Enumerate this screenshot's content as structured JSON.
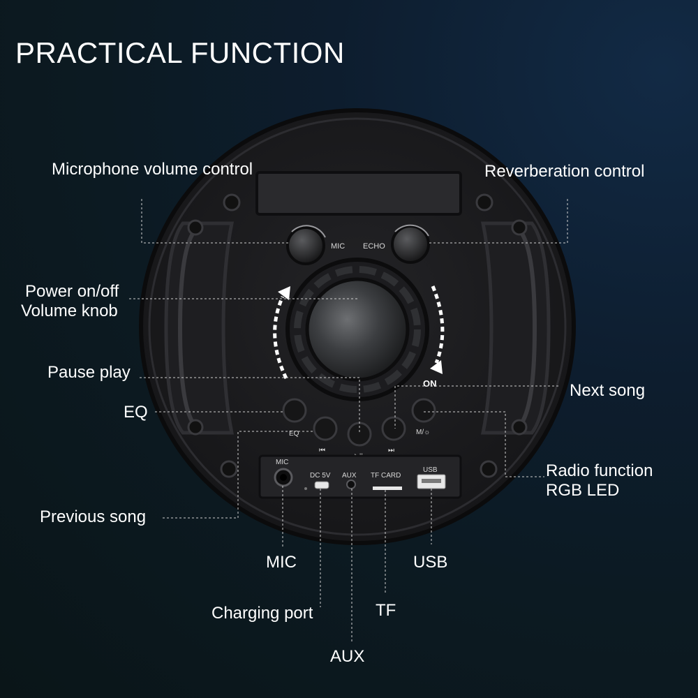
{
  "title": "PRACTICAL FUNCTION",
  "callouts": {
    "mic_volume": "Microphone volume control",
    "reverb": "Reverberation control",
    "power_line1": "Power on/off",
    "power_line2": "Volume knob",
    "pause_play": "Pause play",
    "eq": "EQ",
    "next_song": "Next song",
    "radio_line1": "Radio function",
    "radio_line2": "RGB LED",
    "previous_song": "Previous song",
    "mic": "MIC",
    "usb": "USB",
    "charging_port": "Charging port",
    "tf": "TF",
    "aux": "AUX"
  },
  "device": {
    "knob_mic": "MIC",
    "knob_echo": "ECHO",
    "on_label": "ON",
    "btn_eq": "EQ",
    "btn_prev_icon": "⏮",
    "btn_play_icon": "▶II",
    "btn_next_icon": "⏭",
    "btn_mode": "M/☼",
    "port_mic": "MIC",
    "port_dc": "DC 5V",
    "port_aux": "AUX",
    "port_tf": "TF CARD",
    "port_usb": "USB"
  },
  "colors": {
    "accent_text": "#ffffff",
    "device_body": "#1b1b1d"
  }
}
